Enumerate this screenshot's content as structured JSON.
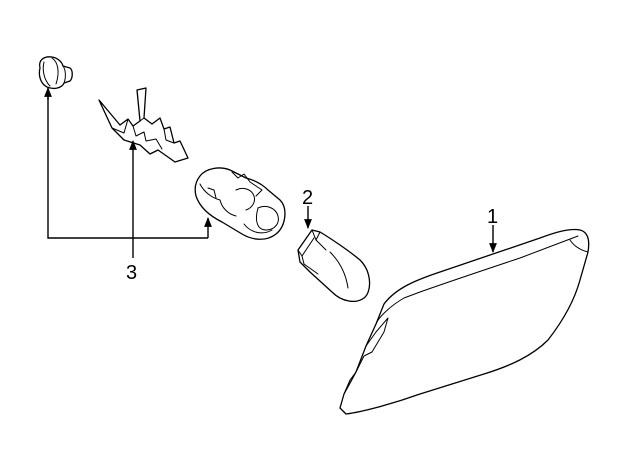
{
  "callouts": {
    "lamp_assembly": "1",
    "bulb": "2",
    "socket_group": "3"
  },
  "colors": {
    "line": "#000000",
    "background": "#ffffff"
  }
}
